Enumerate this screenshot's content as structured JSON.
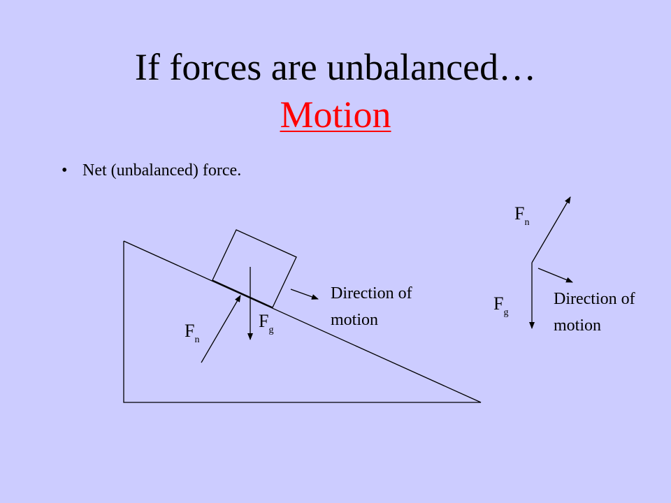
{
  "title": {
    "line1": "If forces are unbalanced…",
    "line2": "Motion"
  },
  "bullet": {
    "marker": "•",
    "text": "Net (unbalanced) force."
  },
  "incline_diagram": {
    "normal_force": {
      "symbol": "F",
      "subscript": "n"
    },
    "gravity_force": {
      "symbol": "F",
      "subscript": "g"
    },
    "direction_label": {
      "line1": "Direction of",
      "line2": "motion"
    }
  },
  "free_body_diagram": {
    "normal_force": {
      "symbol": "F",
      "subscript": "n"
    },
    "gravity_force": {
      "symbol": "F",
      "subscript": "g"
    },
    "direction_label": {
      "line1": "Direction of",
      "line2": "motion"
    }
  },
  "colors": {
    "background": "#ccccff",
    "accent": "#ff0000",
    "line": "#000000"
  }
}
